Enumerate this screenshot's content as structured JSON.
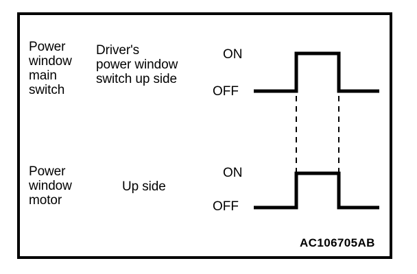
{
  "diagram": {
    "title": "Power window switch and motor timing chart",
    "background_color": "#ffffff",
    "line_color": "#000000",
    "border": {
      "stroke_color": "#000000",
      "stroke_width": 4
    },
    "part_number": "AC106705AB",
    "rows": [
      {
        "component_label": "Power\nwindow\nmain\nswitch",
        "signal_label": "Driver's\npower window\nswitch up side",
        "state_high_label": "ON",
        "state_low_label": "OFF"
      },
      {
        "component_label": "Power\nwindow\nmotor",
        "signal_label": "Up side",
        "state_high_label": "ON",
        "state_low_label": "OFF"
      }
    ]
  },
  "chart_data": {
    "type": "line",
    "title": "Power window main switch / motor timing chart",
    "xlabel": "",
    "ylabel": "",
    "grid": false,
    "legend": "none",
    "annotations": [
      "AC106705AB"
    ],
    "x": [
      370,
      432,
      432,
      494,
      494,
      553
    ],
    "series": [
      {
        "name": "Driver's power window switch up side",
        "component": "Power window main switch",
        "state_labels": [
          "OFF",
          "ON"
        ],
        "values": [
          "OFF",
          "OFF",
          "ON",
          "ON",
          "OFF",
          "OFF"
        ],
        "numeric_values": [
          0,
          0,
          1,
          1,
          0,
          0
        ],
        "baseline_y": 133,
        "plateau_y": 78,
        "rise_x": 432,
        "fall_x": 494,
        "x_start": 370,
        "x_end": 553
      },
      {
        "name": "Up side",
        "component": "Power window motor",
        "state_labels": [
          "OFF",
          "ON"
        ],
        "values": [
          "OFF",
          "OFF",
          "ON",
          "ON",
          "OFF",
          "OFF"
        ],
        "numeric_values": [
          0,
          0,
          1,
          1,
          0,
          0
        ],
        "baseline_y": 303,
        "plateau_y": 253,
        "rise_x": 432,
        "fall_x": 494,
        "x_start": 370,
        "x_end": 553
      }
    ],
    "connectors": [
      {
        "x": 432,
        "y_top": 140,
        "y_bottom": 253,
        "style": "dashed"
      },
      {
        "x": 494,
        "y_top": 140,
        "y_bottom": 253,
        "style": "dashed"
      }
    ]
  }
}
